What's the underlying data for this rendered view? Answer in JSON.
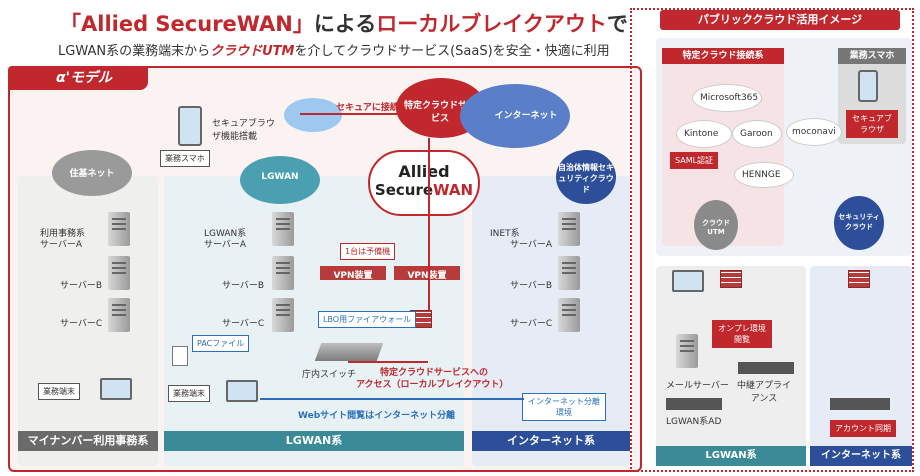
{
  "header": {
    "title_red1": "「Allied SecureWAN」",
    "title_mid": "による",
    "title_red2": "ローカルブレイクアウト",
    "title_end": "で",
    "subtitle_pre": "LGWAN系の業務端末から",
    "subtitle_red": "クラウドUTM",
    "subtitle_post": "を介してクラウドサービス(SaaS)を安全・快適に利用"
  },
  "model_label": "α'モデル",
  "left_panel": {
    "cloud_label": "住基ネット",
    "site_label": "利用事務系",
    "servers": [
      "サーバーA",
      "サーバーB",
      "サーバーC"
    ],
    "terminal_label": "業務端末",
    "footer": "マイナンバー利用事務系"
  },
  "lgwan_panel": {
    "cloud_label": "LGWAN",
    "system_label": "LGWAN系",
    "servers": [
      "サーバーA",
      "サーバーB",
      "サーバーC"
    ],
    "pac_label": "PACファイル",
    "terminal_label": "業務端末",
    "switch_label": "庁内スイッチ",
    "footer": "LGWAN系"
  },
  "internet_panel": {
    "system_label": "INET系",
    "servers": [
      "サーバーA",
      "サーバーB",
      "サーバーC"
    ],
    "footer": "インターネット系"
  },
  "center": {
    "phone_label": "業務スマホ",
    "secure_browser": "セキュアブラウザ機能搭載",
    "secure_conn": "セキュアに接続",
    "specific_cloud": "特定クラウドサービス",
    "internet_cloud": "インターネット",
    "self_cloud": "自治体情報セキュリティクラウド",
    "logo_line1": "Allied",
    "logo_line2a": "Secure",
    "logo_line2b": "WAN",
    "standby": "1台は予備機",
    "vpn1": "VPN装置",
    "vpn2": "VPN装置",
    "lbo_firewall": "LBO用ファイアウォール",
    "access_line1": "特定クラウドサービスへの",
    "access_line2": "アクセス（ローカルブレイクアウト）",
    "web_note": "Webサイト閲覧はインターネット分離",
    "isolation": "インターネット分離環境"
  },
  "right_panel": {
    "header": "パブリッククラウド活用イメージ",
    "specific_conn": "特定クラウド接続系",
    "services": [
      "Microsoft365",
      "Kintone",
      "Garoon"
    ],
    "saml": "SAML認証",
    "henne": "HENNGE",
    "cloud_utm": "クラウドUTM",
    "phone_label": "業務スマホ",
    "secure_browser": "セキュアブラウザ",
    "moconavi": "moconavi",
    "security_cloud": "セキュリティクラウド",
    "onpre": "オンプレ環境閲覧",
    "mail_server": "メールサーバー",
    "relay": "中継アプライアンス",
    "lgwan_ad": "LGWAN系AD",
    "account_sync": "アカウント同期",
    "footer_lgwan": "LGWAN系",
    "footer_inet": "インターネット系"
  },
  "colors": {
    "brand_red": "#c0282d",
    "lgwan_teal": "#3a8a98",
    "internet_blue": "#2d4f9a",
    "cloud_teal": "#4aa0b0",
    "cloud_blue": "#5a7fc8"
  }
}
